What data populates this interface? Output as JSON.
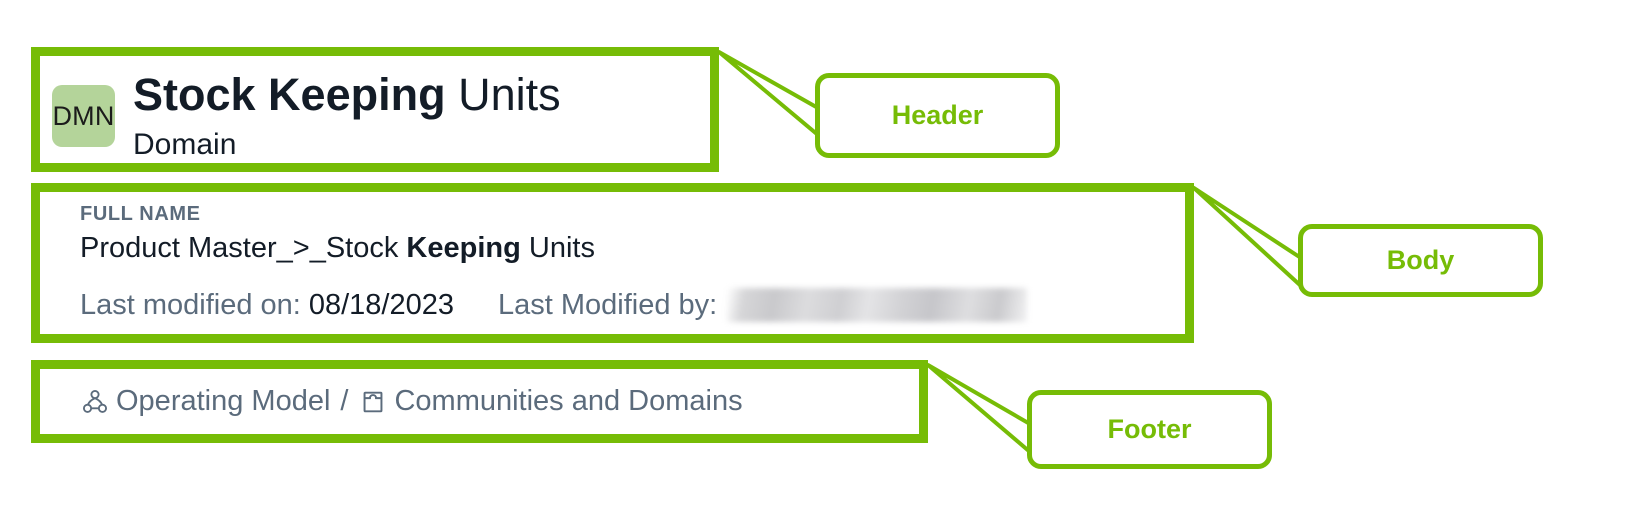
{
  "accent_green": "#76bc06",
  "badge_green": "#b4d49a",
  "text_dark": "#131c27",
  "text_muted": "#5b6b7c",
  "header": {
    "badge_label": "DMN",
    "title_bold": "Stock Keeping",
    "title_regular": " Units",
    "subtitle": "Domain"
  },
  "body": {
    "field_label": "FULL NAME",
    "full_name_prefix": "Product Master_>_Stock ",
    "full_name_bold": "Keeping",
    "full_name_suffix": " Units",
    "last_modified_on_label": "Last modified on:",
    "last_modified_on_value": "08/18/2023",
    "last_modified_by_label": "Last Modified by:",
    "last_modified_by_value": ""
  },
  "footer": {
    "community_icon": "community-people-icon",
    "community_label": "Operating Model",
    "separator": "/",
    "domain_icon": "domain-archway-icon",
    "domain_label": "Communities and Domains"
  },
  "callouts": {
    "header": "Header",
    "body": "Body",
    "footer": "Footer"
  }
}
